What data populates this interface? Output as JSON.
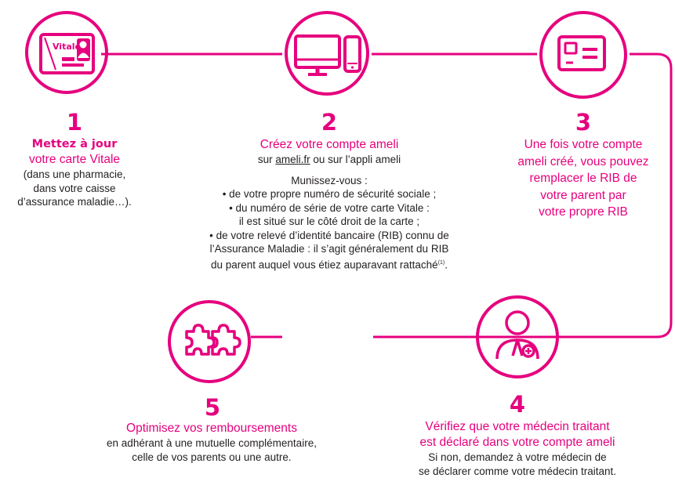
{
  "colors": {
    "accent": "#e6007e",
    "text": "#231f20"
  },
  "steps": [
    {
      "number": "1",
      "icon": "vitale-card-icon",
      "card_label": "Vitale",
      "title_bold": "Mettez à jour",
      "title_rest": "votre carte Vitale",
      "desc": [
        "(dans une pharmacie,",
        "dans votre caisse",
        "d’assurance maladie…)."
      ]
    },
    {
      "number": "2",
      "icon": "computer-phone-icon",
      "title": "Créez  votre compte ameli",
      "sub_link": "ameli.fr",
      "sub_rest": " ou sur l’appli ameli",
      "sub_prefix": "sur ",
      "intro": "Munissez-vous :",
      "bullets": [
        "• de votre propre numéro de sécurité sociale ;",
        "• du numéro de série de votre carte Vitale :",
        "il est situé sur le côté droit de la carte ;",
        "• de votre relevé d’identité bancaire (RIB) connu de",
        "l’Assurance Maladie : il s’agit généralement du RIB",
        "du parent auquel vous étiez auparavant rattaché"
      ],
      "footnote": "(1)",
      "end": "."
    },
    {
      "number": "3",
      "icon": "id-card-icon",
      "lines": [
        "Une fois votre compte",
        "ameli créé, vous pouvez",
        "remplacer le RIB de",
        "votre parent par",
        "votre propre RIB"
      ]
    },
    {
      "number": "4",
      "icon": "doctor-icon",
      "title": [
        "Vérifiez que votre médecin traitant",
        "est déclaré dans votre compte ameli"
      ],
      "desc": [
        "Si non, demandez à votre médecin de",
        "se déclarer comme votre médecin traitant."
      ]
    },
    {
      "number": "5",
      "icon": "puzzle-icon",
      "title": "Optimisez vos remboursements",
      "desc": [
        "en adhérant à une mutuelle complémentaire,",
        "celle de vos parents ou une autre."
      ]
    }
  ]
}
